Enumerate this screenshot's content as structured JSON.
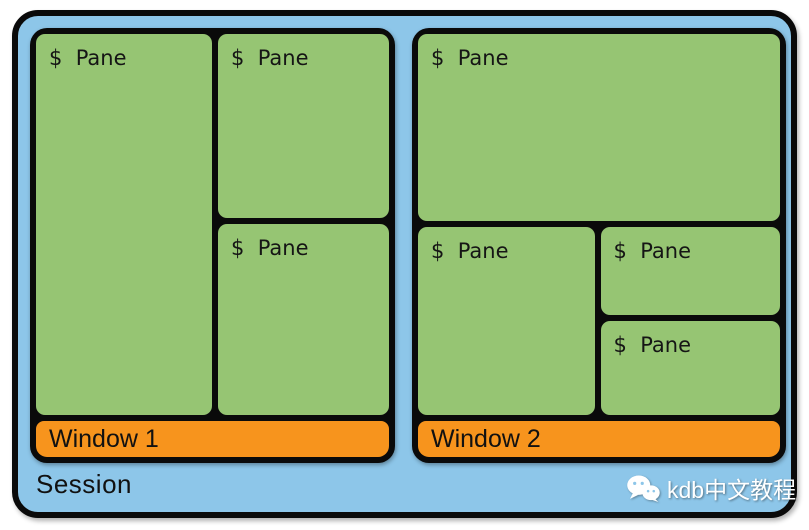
{
  "session": {
    "label": "Session"
  },
  "windows": [
    {
      "label": "Window 1",
      "panes": [
        {
          "label": "$  Pane"
        },
        {
          "label": "$  Pane"
        },
        {
          "label": "$  Pane"
        }
      ]
    },
    {
      "label": "Window 2",
      "panes": [
        {
          "label": "$  Pane"
        },
        {
          "label": "$  Pane"
        },
        {
          "label": "$  Pane"
        },
        {
          "label": "$  Pane"
        }
      ]
    }
  ],
  "watermark": {
    "text": "kdb中文教程",
    "icon": "wechat-icon"
  },
  "colors": {
    "session_bg": "#8DC6E9",
    "pane_bg": "#96C573",
    "window_bar_bg": "#F7941D",
    "border": "#0A0A0A",
    "watermark_text": "#FFFFFF"
  }
}
